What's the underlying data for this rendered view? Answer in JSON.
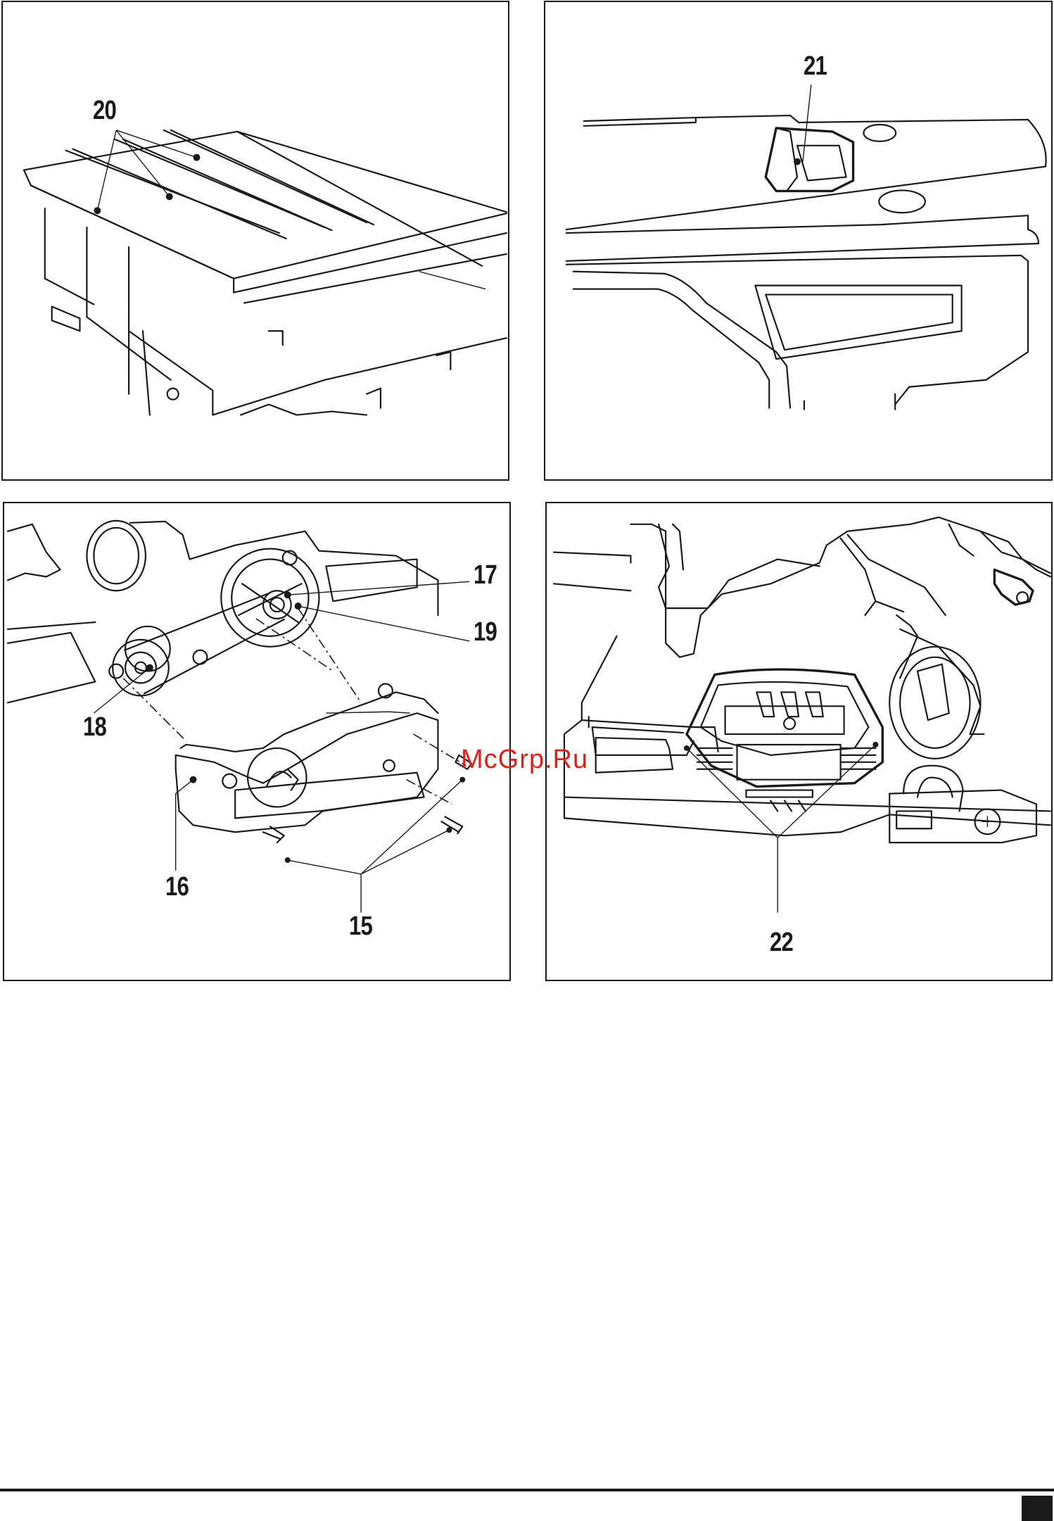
{
  "figures": [
    {
      "id": "fig-a",
      "callouts": [
        "20"
      ]
    },
    {
      "id": "fig-b",
      "callouts": [
        "21"
      ]
    },
    {
      "id": "fig-c",
      "callouts": [
        "17",
        "19",
        "18",
        "16",
        "15"
      ]
    },
    {
      "id": "fig-d",
      "callouts": [
        "22"
      ]
    }
  ],
  "watermark": "McGrp.Ru",
  "colors": {
    "ink": "#1a1a1a",
    "watermark": "#d9241b"
  }
}
